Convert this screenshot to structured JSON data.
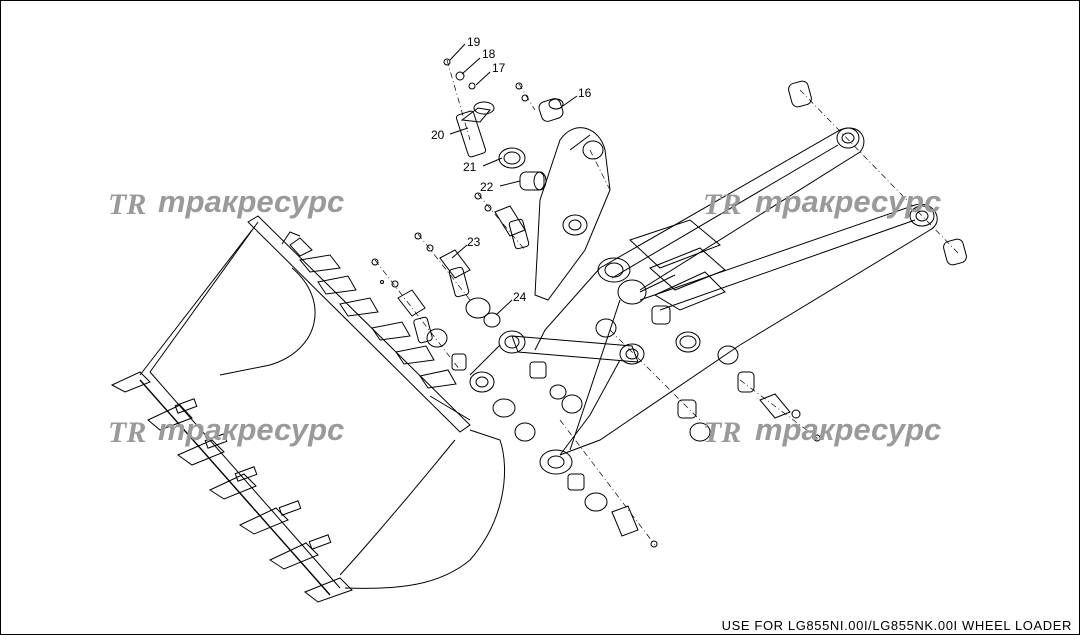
{
  "watermark": {
    "logo": "TR",
    "text": "тракресурс"
  },
  "callouts": [
    "19",
    "18",
    "17",
    "16",
    "20",
    "21",
    "22",
    "23",
    "24"
  ],
  "footer": "USE FOR LG855NI.00I/LG855NK.00I WHEEL LOADER"
}
